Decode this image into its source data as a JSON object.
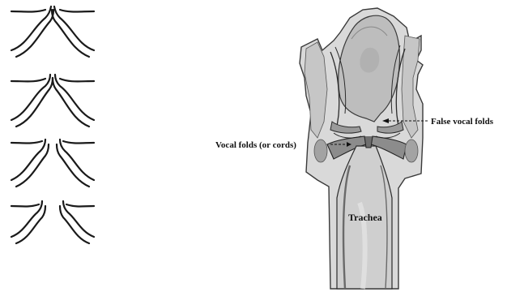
{
  "labels": {
    "false_folds": "False vocal folds",
    "vocal_folds": "Vocal folds (or cords)",
    "trachea": "Trachea"
  },
  "thumbnails": [
    {
      "id": "closed"
    },
    {
      "id": "narrow"
    },
    {
      "id": "open"
    },
    {
      "id": "wide-open"
    }
  ]
}
